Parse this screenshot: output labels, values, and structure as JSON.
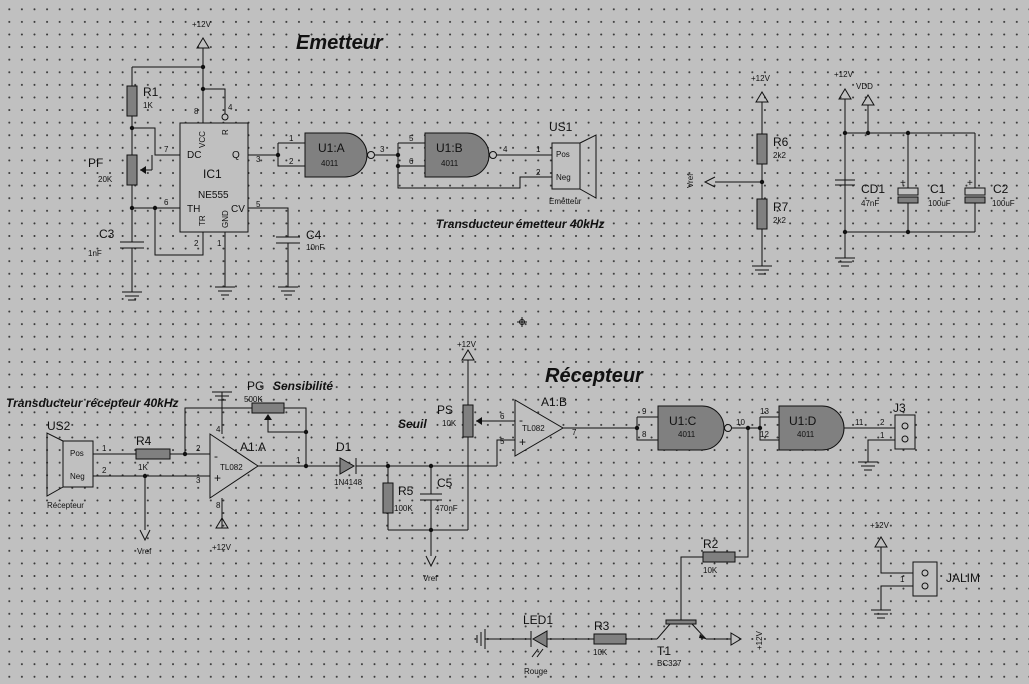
{
  "titles": {
    "emitter": "Emetteur",
    "receiver": "Récepteur"
  },
  "notes": {
    "tx_transducer": "Transducteur émetteur 40kHz",
    "rx_transducer": "Transducteur récepteur 40kHz",
    "sensitivity": "Sensibilité",
    "threshold": "Seuil"
  },
  "power": {
    "p12": "+12V",
    "vdd": "VDD",
    "vref": "Vref"
  },
  "ic1": {
    "ref": "IC1",
    "value": "NE555",
    "dc": "DC",
    "th": "TH",
    "tr": "TR",
    "gnd": "GND",
    "cv": "CV",
    "vcc": "VCC",
    "r": "R",
    "q": "Q",
    "p1": "1",
    "p2": "2",
    "p3": "3",
    "p4": "4",
    "p5": "5",
    "p6": "6",
    "p7": "7",
    "p8": "8"
  },
  "gates": {
    "u1a": {
      "ref": "U1:A",
      "value": "4011"
    },
    "u1b": {
      "ref": "U1:B",
      "value": "4011"
    },
    "u1c": {
      "ref": "U1:C",
      "value": "4011"
    },
    "u1d": {
      "ref": "U1:D",
      "value": "4011"
    }
  },
  "opamps": {
    "a1a": {
      "ref": "A1:A",
      "value": "TL082"
    },
    "a1b": {
      "ref": "A1:B",
      "value": "TL082"
    }
  },
  "parts": {
    "r1": {
      "ref": "R1",
      "value": "1K"
    },
    "pf": {
      "ref": "PF",
      "value": "20K"
    },
    "c3": {
      "ref": "C3",
      "value": "1nF"
    },
    "c4": {
      "ref": "C4",
      "value": "10nF"
    },
    "r6": {
      "ref": "R6",
      "value": "2k2"
    },
    "r7": {
      "ref": "R7",
      "value": "2k2"
    },
    "cd1": {
      "ref": "CD1",
      "value": "47nF"
    },
    "c1": {
      "ref": "C1",
      "value": "100uF"
    },
    "c2": {
      "ref": "C2",
      "value": "100uF"
    },
    "r4": {
      "ref": "R4",
      "value": "1K"
    },
    "pg": {
      "ref": "PG",
      "value": "500K"
    },
    "d1": {
      "ref": "D1",
      "value": "1N4148"
    },
    "r5": {
      "ref": "R5",
      "value": "100K"
    },
    "c5": {
      "ref": "C5",
      "value": "470nF"
    },
    "ps": {
      "ref": "PS",
      "value": "10K"
    },
    "r2": {
      "ref": "R2",
      "value": "10K"
    },
    "r3": {
      "ref": "R3",
      "value": "10K"
    },
    "t1": {
      "ref": "T1",
      "value": "BC327"
    },
    "led1": {
      "ref": "LED1",
      "value": "Rouge"
    },
    "j3": {
      "ref": "J3"
    },
    "jalim": {
      "ref": "JALIM"
    }
  },
  "transducers": {
    "us1": {
      "ref": "US1",
      "pos": "Pos",
      "neg": "Neg",
      "caption": "Emetteur"
    },
    "us2": {
      "ref": "US2",
      "pos": "Pos",
      "neg": "Neg",
      "caption": "Récepteur"
    }
  },
  "pins": {
    "n1": "1",
    "n2": "2",
    "n3": "3",
    "n4": "4",
    "n5": "5",
    "n6": "6",
    "n7": "7",
    "n8": "8",
    "n9": "9",
    "n10": "10",
    "n11": "11",
    "n12": "12",
    "n13": "13",
    "plus": "+",
    "minus": "-"
  }
}
